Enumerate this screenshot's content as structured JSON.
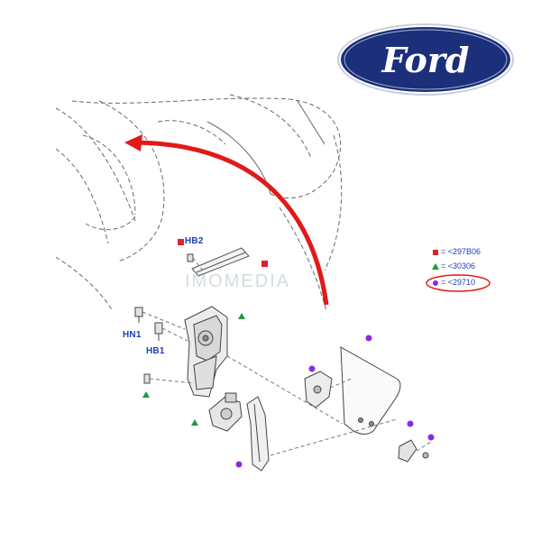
{
  "brand": {
    "logo_text": "Ford",
    "logo_color": "#1b2f7a"
  },
  "watermark": {
    "text": "IMOMEDIA"
  },
  "callouts": {
    "hb2": "HB2",
    "hn1": "HN1",
    "hb1": "HB1"
  },
  "legend": {
    "square": {
      "symbol": "red-square-icon",
      "color": "#e0202e",
      "text": "= <297B06"
    },
    "triangle": {
      "symbol": "green-triangle-icon",
      "color": "#1f9a3a",
      "text": "= <30306"
    },
    "circle": {
      "symbol": "purple-circle-icon",
      "color": "#8a2be2",
      "text": "= <29710"
    }
  },
  "colors": {
    "arrow": "#e01a1a",
    "linework": "#555555",
    "highlight_oval": "#e01a1a",
    "text_blue": "#1f3fb3"
  }
}
